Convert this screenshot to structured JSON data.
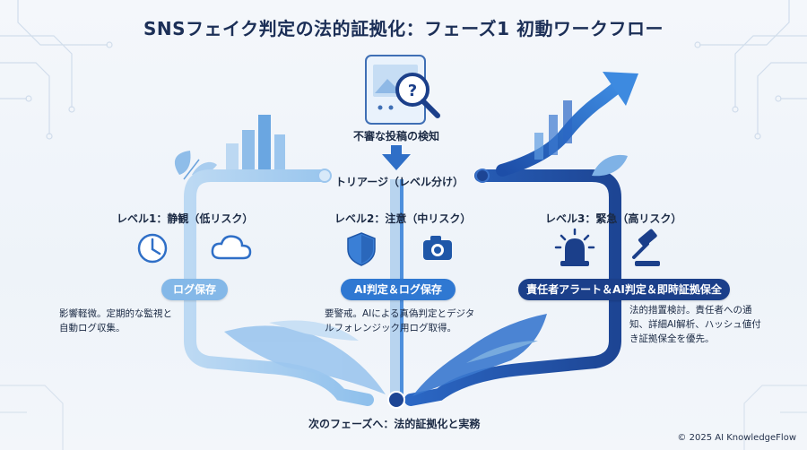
{
  "title": "SNSフェイク判定の法的証拠化：フェーズ1 初動ワークフロー",
  "detection": {
    "label": "不審な投稿の検知"
  },
  "triage": {
    "label": "トリアージ（レベル分け）"
  },
  "levels": [
    {
      "title": "レベル1：静観（低リスク）",
      "action": "ログ保存",
      "description": [
        "影響軽微。定期的な監視と",
        "自動ログ収集。"
      ],
      "icons": [
        "clock-icon",
        "cloud-icon"
      ]
    },
    {
      "title": "レベル2：注意（中リスク）",
      "action": "AI判定＆ログ保存",
      "description": [
        "要警戒。AIによる真偽判定とデジタ",
        "ルフォレンジック用ログ取得。"
      ],
      "icons": [
        "shield-check-icon",
        "camera-icon"
      ]
    },
    {
      "title": "レベル3：緊急（高リスク）",
      "action": "責任者アラート＆AI判定＆即時証拠保全",
      "description": [
        "法的措置検討。責任者への通",
        "知、詳細AI解析、ハッシュ値付",
        "き証拠保全を優先。"
      ],
      "icons": [
        "alarm-light-icon",
        "gavel-icon"
      ]
    }
  ],
  "next_phase": {
    "label": "次のフェーズへ：法的証拠化と実務"
  },
  "copyright": "© 2025 AI KnowledgeFlow",
  "colors": {
    "light": "#84b8e8",
    "mid": "#2f78d2",
    "dark": "#1b3f8a",
    "title": "#1c2f57"
  }
}
